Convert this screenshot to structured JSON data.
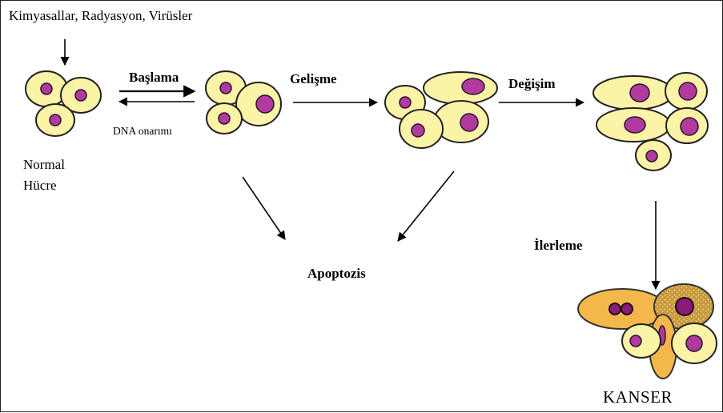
{
  "labels": {
    "agents": "Kimyasallar, Radyasyon, Virüsler",
    "normal_line1": "Normal",
    "normal_line2": "Hücre",
    "initiation": "Başlama",
    "dna_repair": "DNA onarımı",
    "promotion": "Gelişme",
    "transformation": "Değişim",
    "apoptosis": "Apoptozis",
    "progression": "İlerleme",
    "cancer": "KANSER"
  },
  "colors": {
    "cytoplasm": "#fbf3a6",
    "nucleus": "#b03a9d",
    "malignant_cytoplasm": "#f4b84a",
    "malignant_nucleus": "#8a1c78"
  }
}
